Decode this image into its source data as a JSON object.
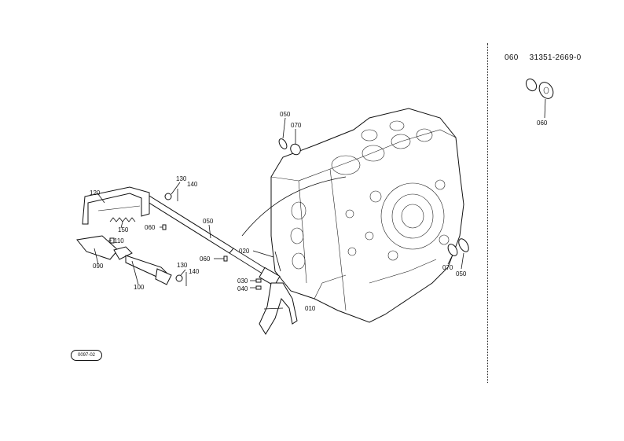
{
  "reference": {
    "item": "060",
    "part_number": "31351-2669-0"
  },
  "badge": "0097-02",
  "callouts": {
    "c010": "010",
    "c020": "020",
    "c030": "030",
    "c040": "040",
    "c050a": "050",
    "c050b": "050",
    "c050c": "050",
    "c060": "060",
    "c060b": "060",
    "c060c": "060",
    "c070a": "070",
    "c070b": "070",
    "c090": "090",
    "c100": "100",
    "c110": "110",
    "c120": "120",
    "c130a": "130",
    "c130b": "130",
    "c140a": "140",
    "c140b": "140",
    "c150": "150"
  }
}
